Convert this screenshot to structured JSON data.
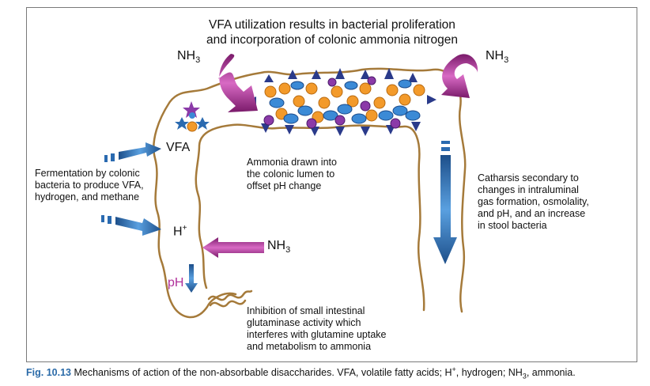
{
  "title": "VFA utilization results in bacterial proliferation\nand incorporation of colonic ammonia nitrogen",
  "labels": {
    "nh3_left": "NH",
    "nh3_right": "NH",
    "nh3_middle": "NH",
    "sub3": "3",
    "vfa": "VFA",
    "h_plus": "H",
    "plus": "+",
    "ph": "pH"
  },
  "notes": {
    "fermentation": "Fermentation by colonic\nbacteria to produce VFA,\nhydrogen, and methane",
    "ammonia": "Ammonia drawn into\nthe colonic lumen to\noffset pH change",
    "catharsis": "Catharsis secondary to\nchanges in intraluminal\ngas formation, osmolality,\nand pH, and an increase\nin stool bacteria",
    "inhibition": "Inhibition of small intestinal\nglutaminase activity which\ninterferes with glutamine uptake\nand metabolism to ammonia"
  },
  "caption": {
    "fig": "Fig. 10.13",
    "text": "  Mechanisms of action of the non-absorbable disaccharides. VFA, volatile fatty acids; H",
    "sup_plus": "+",
    "text2": ", hydrogen; NH",
    "sub3": "3",
    "text3": ", ammonia."
  },
  "colors": {
    "colon": "#a57a3a",
    "blue_arrow": "#3a7fc0",
    "magenta_arrow": "#b03a9a",
    "orange": "#f39a2a",
    "blue_cell": "#3b8ad6",
    "purple_cell": "#8b3aa8",
    "ph_text": "#b0309a",
    "caption_fig": "#2a6aa8"
  }
}
